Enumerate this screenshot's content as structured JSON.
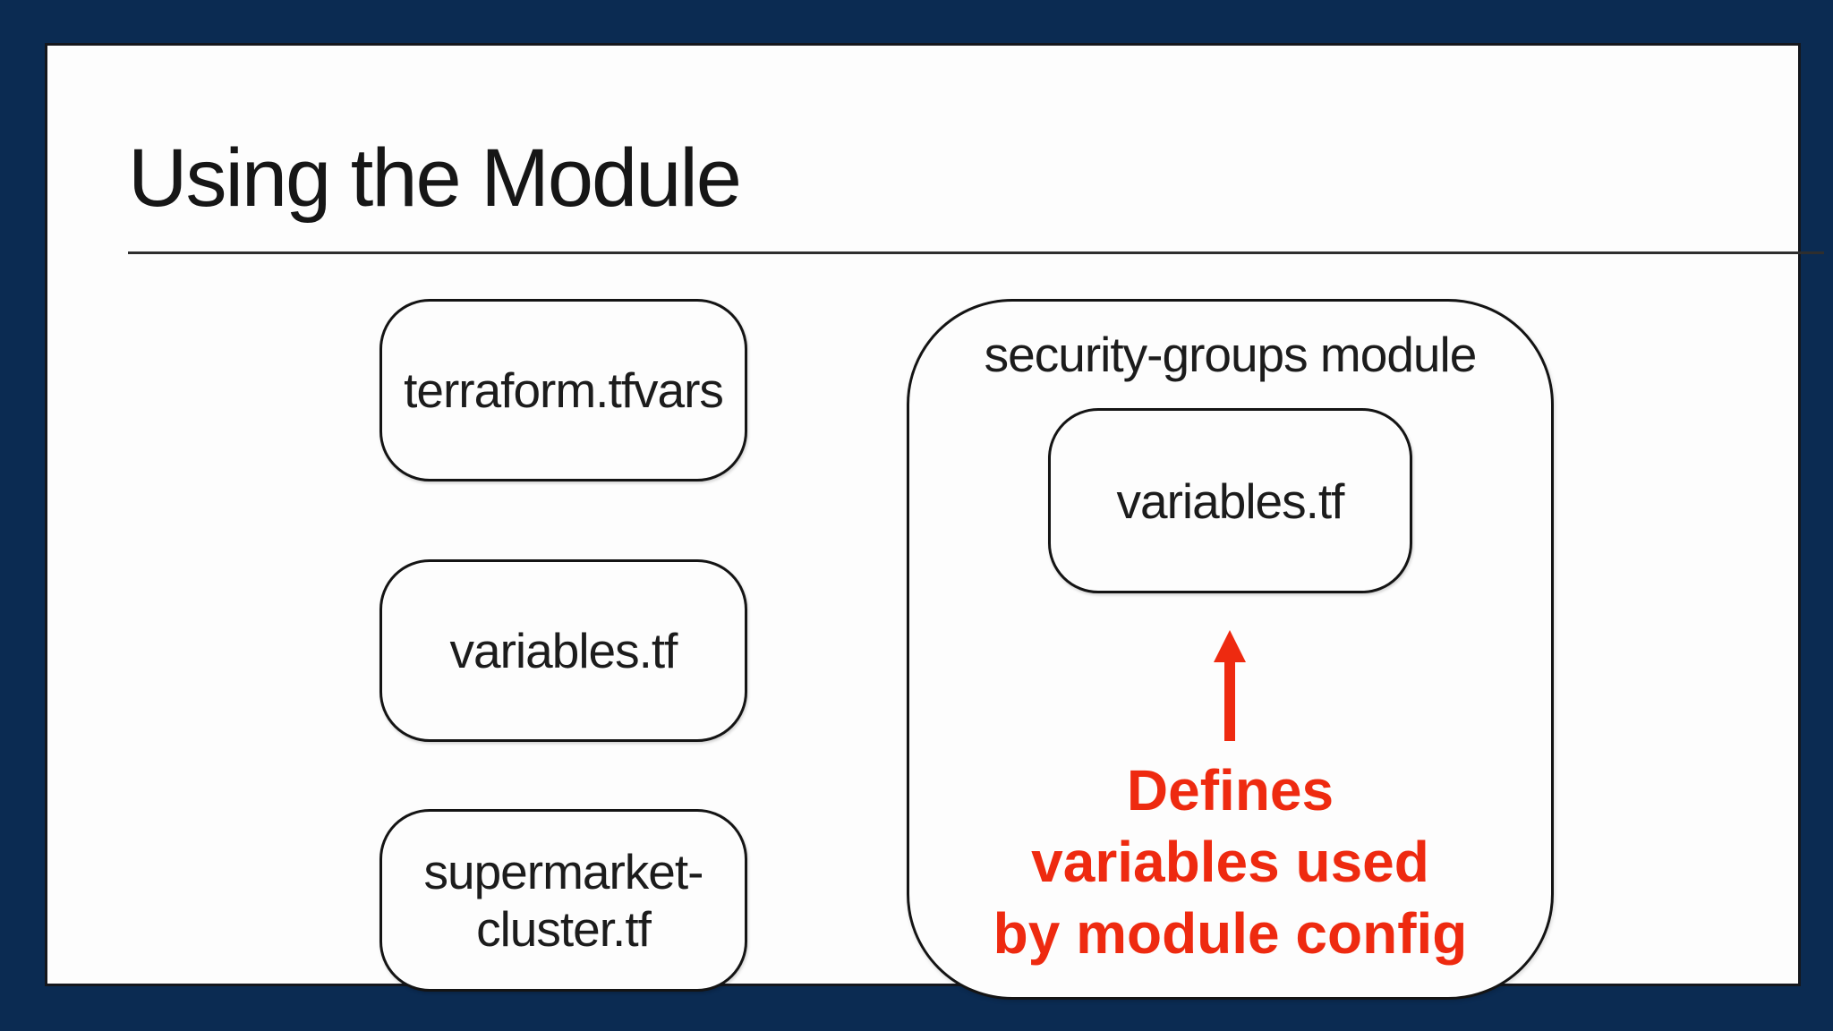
{
  "slide": {
    "title": "Using the Module",
    "colors": {
      "frame_navy": "#0b2b52",
      "slide_background": "#fdfdfd",
      "ink": "#1c1c1c",
      "accent_red": "#ee2a10"
    }
  },
  "left_files": [
    {
      "label": "terraform.tfvars"
    },
    {
      "label": "variables.tf"
    },
    {
      "label": "supermarket-\ncluster.tf"
    }
  ],
  "module_group": {
    "label": "security-groups module",
    "inner_file": {
      "label": "variables.tf"
    },
    "arrow_icon": "up-arrow",
    "annotation": "Defines\nvariables used\nby module config"
  }
}
